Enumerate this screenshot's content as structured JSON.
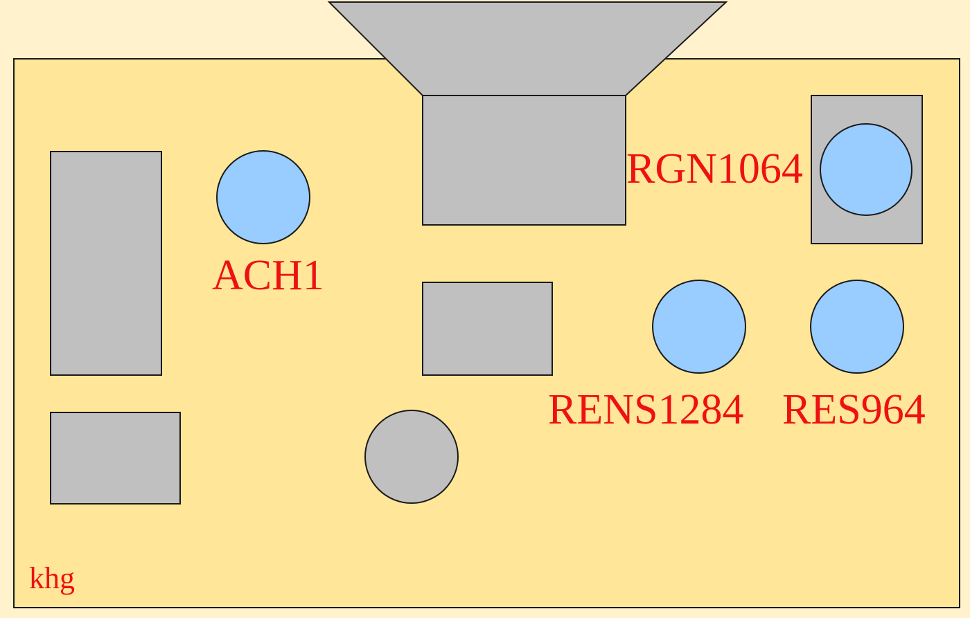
{
  "labels": {
    "ach1": "ACH1",
    "rgn1064": "RGN1064",
    "rens1284": "RENS1284",
    "res964": "RES964",
    "corner": "khg"
  },
  "colors": {
    "background": "#FFF2CC",
    "board": "#FFE699",
    "component_gray": "#C0C0C0",
    "sensor_blue": "#99CCFF",
    "label_red": "#EE1111"
  }
}
